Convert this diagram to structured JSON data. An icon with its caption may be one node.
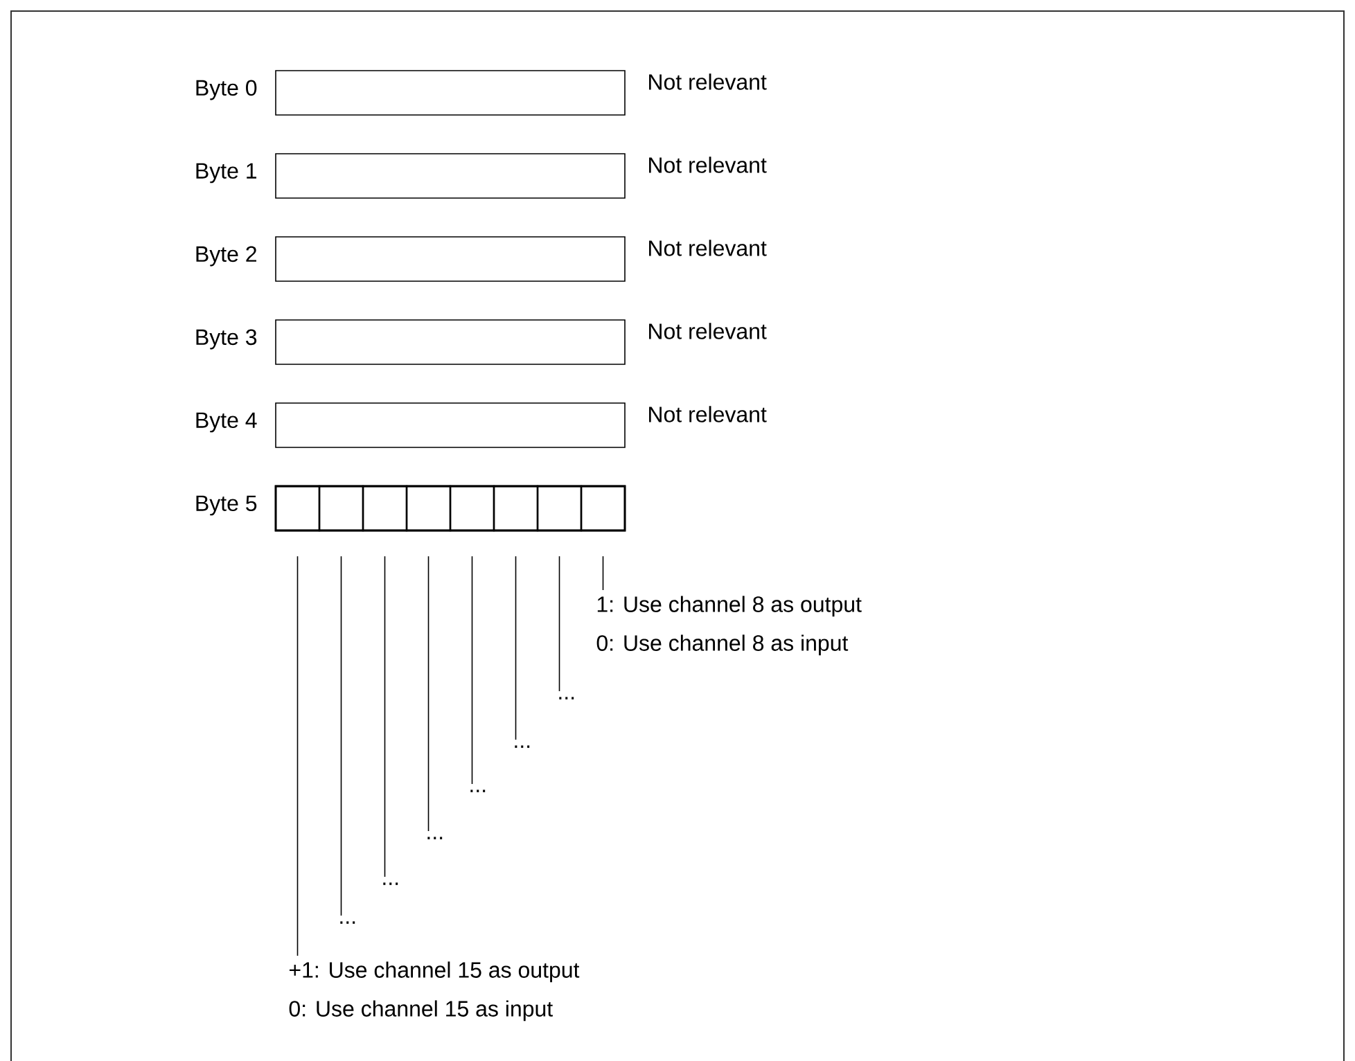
{
  "diagram": {
    "nodes": [
      {
        "text": [],
        "shape": "box",
        "beside": [
          "Byte 0",
          "Not relevant"
        ]
      },
      {
        "text": [],
        "shape": "box",
        "beside": [
          "Byte 1",
          "Not relevant"
        ]
      },
      {
        "text": [],
        "shape": "box",
        "beside": [
          "Byte 2",
          "Not relevant"
        ]
      },
      {
        "text": [],
        "shape": "box",
        "beside": [
          "Byte 3",
          "Not relevant"
        ]
      },
      {
        "text": [],
        "shape": "box",
        "beside": [
          "Byte 4",
          "Not relevant"
        ]
      },
      {
        "text": [],
        "shape": "box",
        "beside": [
          "Byte 5"
        ]
      },
      {
        "text": [],
        "shape": "box",
        "in": 5
      },
      {
        "text": [],
        "shape": "box",
        "in": 5
      },
      {
        "text": [],
        "shape": "box",
        "in": 5
      },
      {
        "text": [],
        "shape": "box",
        "in": 5
      },
      {
        "text": [],
        "shape": "box",
        "in": 5
      },
      {
        "text": [],
        "shape": "box",
        "in": 5
      },
      {
        "text": [],
        "shape": "box",
        "in": 5
      },
      {
        "text": [],
        "shape": "box",
        "in": 5
      },
      {
        "text": [
          "1: Use channel 8 as output",
          "0: Use channel 8 as input"
        ]
      },
      {
        "text": [
          "..."
        ]
      },
      {
        "text": [
          "..."
        ]
      },
      {
        "text": [
          "..."
        ]
      },
      {
        "text": [
          "..."
        ]
      },
      {
        "text": [
          "..."
        ]
      },
      {
        "text": [
          "..."
        ]
      },
      {
        "text": [
          "+1: Use channel 15 as output",
          "0: Use channel 15 as input"
        ]
      }
    ],
    "edges": [
      {
        "from": 14,
        "to": 13,
        "arrow": "none"
      },
      {
        "from": 15,
        "to": 12,
        "arrow": "none"
      },
      {
        "from": 16,
        "to": 11,
        "arrow": "none"
      },
      {
        "from": 17,
        "to": 10,
        "arrow": "none"
      },
      {
        "from": 18,
        "to": 9,
        "arrow": "none"
      },
      {
        "from": 19,
        "to": 8,
        "arrow": "none"
      },
      {
        "from": 20,
        "to": 7,
        "arrow": "none"
      },
      {
        "from": 21,
        "to": 6,
        "arrow": "none"
      }
    ]
  }
}
